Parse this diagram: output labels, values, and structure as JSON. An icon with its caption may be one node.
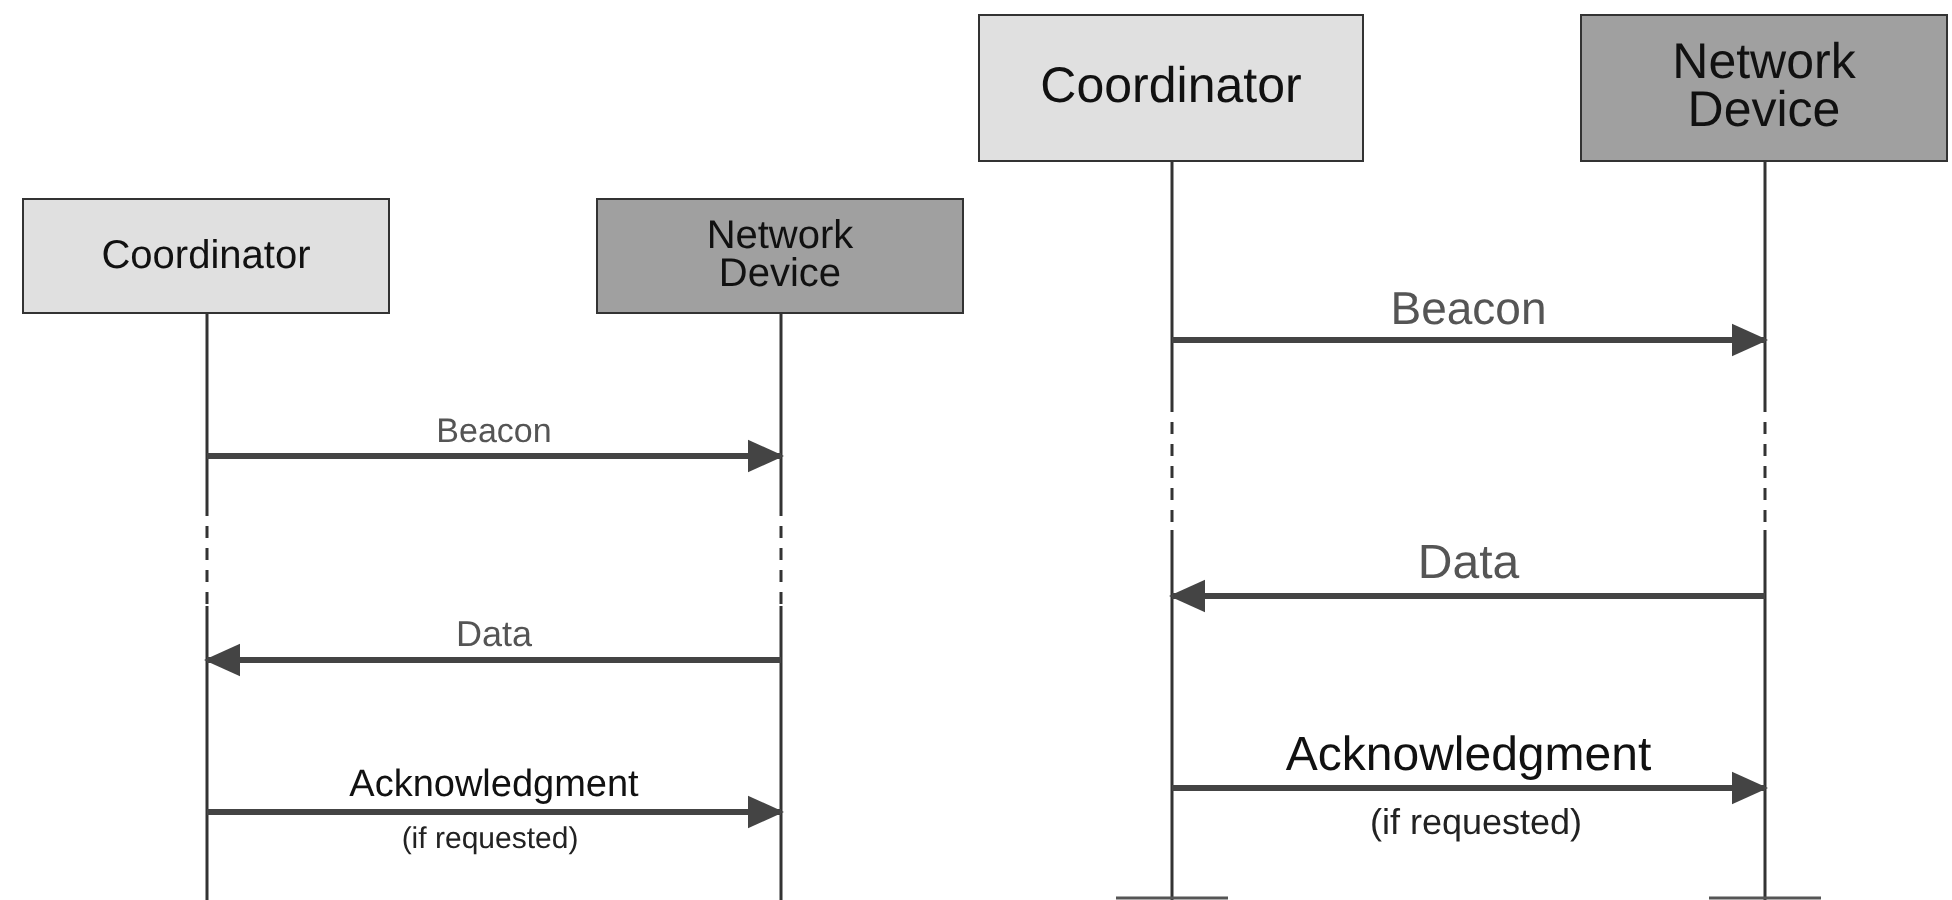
{
  "diagram": {
    "nodes": [
      {
        "text": [
          "Coordinator"
        ]
      },
      {
        "text": [
          "Network Device"
        ]
      },
      {
        "text": [
          "Coordinator"
        ]
      },
      {
        "text": [
          "Network Device"
        ]
      }
    ],
    "edges": [
      {
        "from": 0,
        "to": 1,
        "arrow": "to",
        "label": "Beacon"
      },
      {
        "from": 1,
        "to": 0,
        "arrow": "to",
        "label": "Data"
      },
      {
        "from": 0,
        "to": 1,
        "arrow": "to",
        "label": "Acknowledgment"
      },
      {
        "from": 2,
        "to": 3,
        "arrow": "to",
        "label": "Beacon"
      },
      {
        "from": 3,
        "to": 2,
        "arrow": "to",
        "label": "Data"
      },
      {
        "from": 2,
        "to": 3,
        "arrow": "to",
        "label": "Acknowledgment"
      }
    ],
    "labels": [
      "(if requested)",
      "(if requested)"
    ]
  }
}
